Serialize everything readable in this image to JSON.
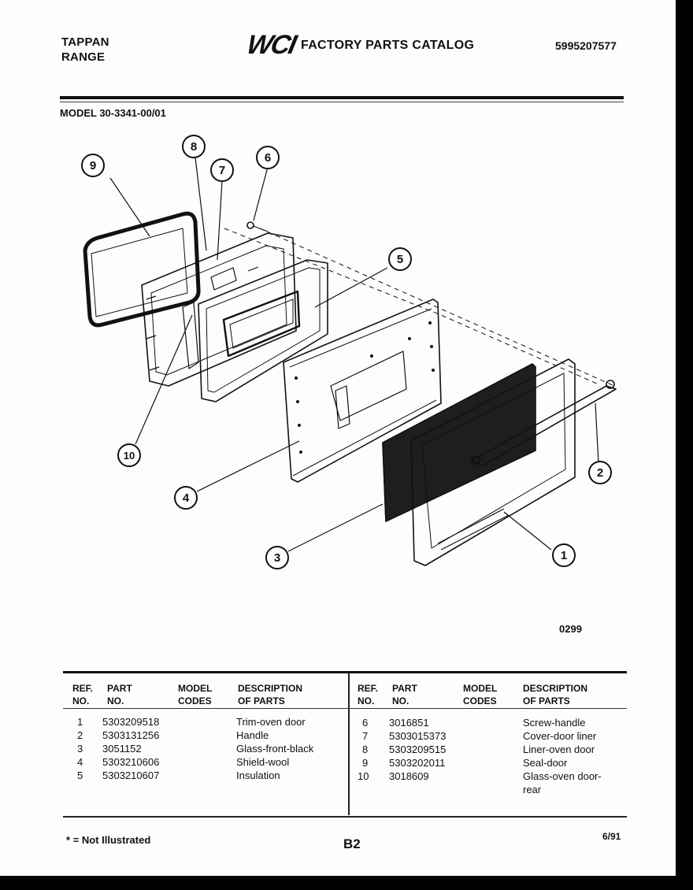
{
  "header": {
    "brand_line1": "TAPPAN",
    "brand_line2": "RANGE",
    "logo": "WCI",
    "catalog_title": "FACTORY PARTS CATALOG",
    "catalog_number": "5995207577"
  },
  "model": "MODEL 30-3341-00/01",
  "diagram": {
    "drawing_code": "0299",
    "callouts": [
      "1",
      "2",
      "3",
      "4",
      "5",
      "6",
      "7",
      "8",
      "9",
      "10"
    ]
  },
  "table": {
    "headers": {
      "ref": "REF.\nNO.",
      "part": "PART\nNO.",
      "codes": "MODEL\nCODES",
      "desc": "DESCRIPTION\nOF PARTS"
    },
    "left": [
      {
        "ref": "1",
        "part": "5303209518",
        "codes": "",
        "desc": "Trim-oven door"
      },
      {
        "ref": "2",
        "part": "5303131256",
        "codes": "",
        "desc": "Handle"
      },
      {
        "ref": "3",
        "part": "3051152",
        "codes": "",
        "desc": "Glass-front-black"
      },
      {
        "ref": "4",
        "part": "5303210606",
        "codes": "",
        "desc": "Shield-wool"
      },
      {
        "ref": "5",
        "part": "5303210607",
        "codes": "",
        "desc": "Insulation"
      }
    ],
    "right": [
      {
        "ref": "6",
        "part": "3016851",
        "codes": "",
        "desc": "Screw-handle"
      },
      {
        "ref": "7",
        "part": "5303015373",
        "codes": "",
        "desc": "Cover-door liner"
      },
      {
        "ref": "8",
        "part": "5303209515",
        "codes": "",
        "desc": "Liner-oven door"
      },
      {
        "ref": "9",
        "part": "5303202011",
        "codes": "",
        "desc": "Seal-door"
      },
      {
        "ref": "10",
        "part": "3018609",
        "codes": "",
        "desc": "Glass-oven door-"
      },
      {
        "ref": "",
        "part": "",
        "codes": "",
        "desc": "rear"
      }
    ]
  },
  "footer": {
    "note": "* = Not Illustrated",
    "page_code": "B2",
    "date": "6/91"
  }
}
